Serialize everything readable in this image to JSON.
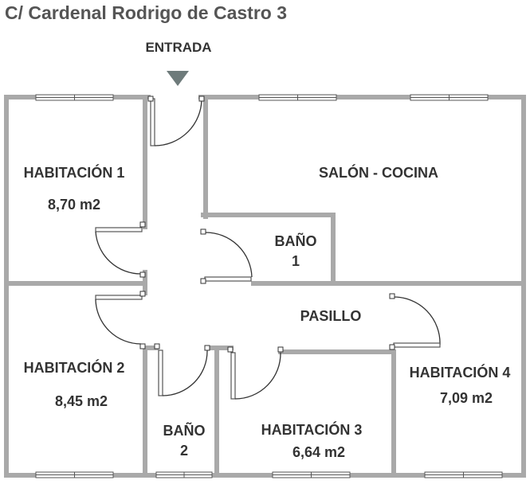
{
  "title": "C/ Cardenal Rodrigo de Castro 3",
  "entrance": {
    "label": "ENTRADA"
  },
  "rooms": {
    "hab1": {
      "name": "HABITACIÓN 1",
      "area": "8,70 m2"
    },
    "salon": {
      "name": "SALÓN - COCINA"
    },
    "bano1": {
      "name_line1": "BAÑO",
      "name_line2": "1"
    },
    "pasillo": {
      "name": "PASILLO"
    },
    "hab2": {
      "name": "HABITACIÓN 2",
      "area": "8,45 m2"
    },
    "hab4": {
      "name": "HABITACIÓN 4",
      "area": "7,09 m2"
    },
    "bano2": {
      "name_line1": "BAÑO",
      "name_line2": "2"
    },
    "hab3": {
      "name": "HABITACIÓN 3",
      "area": "6,64 m2"
    }
  },
  "colors": {
    "wall": "#a9a9a9",
    "text": "#333333",
    "title": "#555555",
    "arrow": "#6e7b7b"
  }
}
